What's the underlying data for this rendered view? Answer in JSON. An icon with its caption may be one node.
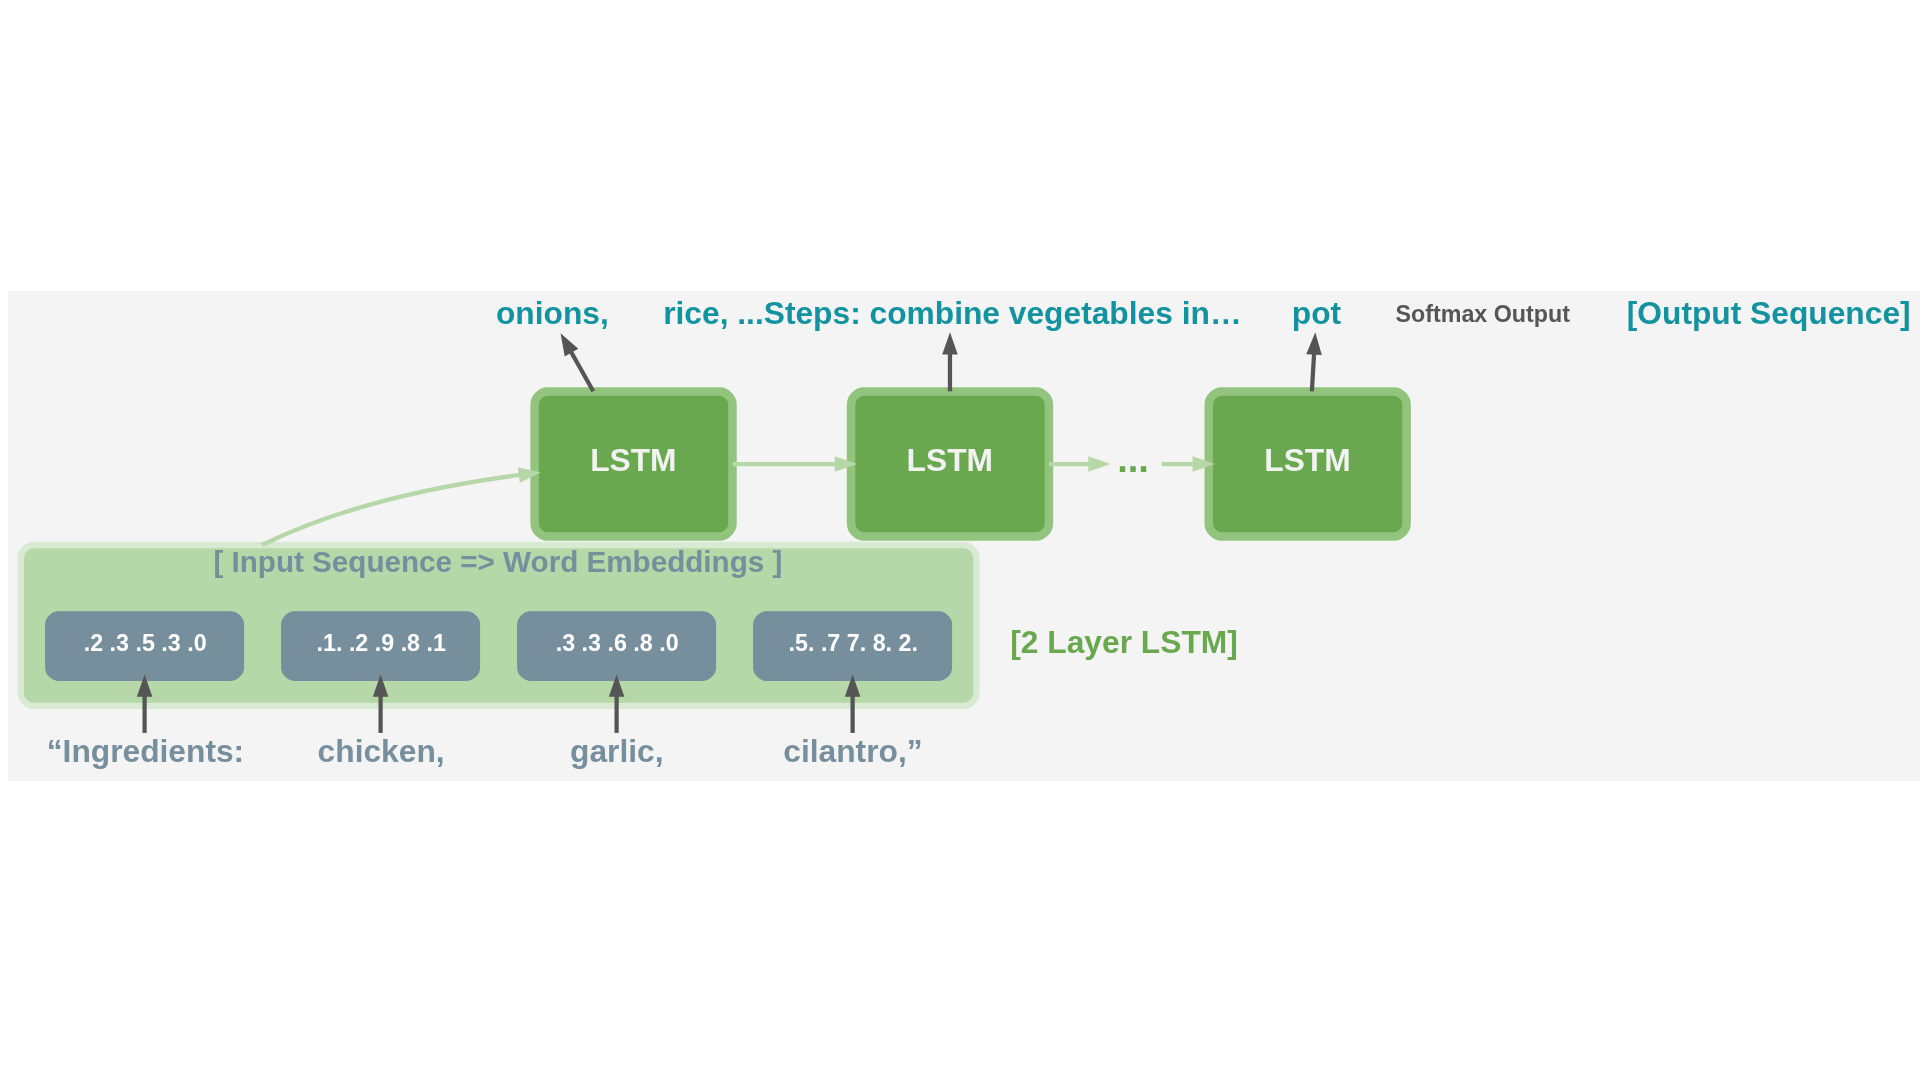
{
  "diagram": {
    "nodes": [
      {
        "text": [
          "onions,"
        ]
      },
      {
        "text": [
          "rice, ...Steps: combine vegetables in…"
        ]
      },
      {
        "text": [
          "pot"
        ]
      },
      {
        "text": [
          "LSTM"
        ]
      },
      {
        "text": [
          "LSTM"
        ]
      },
      {
        "text": [
          "..."
        ]
      },
      {
        "text": [
          "LSTM"
        ]
      },
      {
        "text": [
          "[ Input Sequence => Word Embeddings ]"
        ]
      },
      {
        "text": [
          ".2 .3 .5 .3 .0"
        ],
        "in": 7
      },
      {
        "text": [
          ".1. .2 .9 .8 .1"
        ],
        "in": 7
      },
      {
        "text": [
          ".3 .3 .6 .8 .0"
        ],
        "in": 7
      },
      {
        "text": [
          ".5. .7 7. 8. 2."
        ],
        "in": 7
      },
      {
        "text": [
          "“Ingredients:"
        ]
      },
      {
        "text": [
          "chicken,"
        ]
      },
      {
        "text": [
          "garlic,"
        ]
      },
      {
        "text": [
          "cilantro,”"
        ]
      }
    ],
    "edges": [
      {
        "from": 3,
        "to": 0,
        "arrow": "to"
      },
      {
        "from": 4,
        "to": 1,
        "arrow": "to"
      },
      {
        "from": 6,
        "to": 2,
        "arrow": "to"
      },
      {
        "from": 3,
        "to": 4,
        "arrow": "to",
        "color": "#b6d7a8"
      },
      {
        "from": 4,
        "to": 5,
        "arrow": "to",
        "color": "#b6d7a8"
      },
      {
        "from": 5,
        "to": 6,
        "arrow": "to",
        "color": "#b6d7a8"
      },
      {
        "from": 7,
        "to": 3,
        "arrow": "to",
        "color": "#b6d7a8"
      },
      {
        "from": 12,
        "to": 8,
        "arrow": "to"
      },
      {
        "from": 13,
        "to": 9,
        "arrow": "to"
      },
      {
        "from": 14,
        "to": 10,
        "arrow": "to"
      },
      {
        "from": 15,
        "to": 11,
        "arrow": "to"
      }
    ],
    "labels": [
      "Softmax Output",
      "[Output Sequence]",
      "[2 Layer LSTM]"
    ]
  }
}
